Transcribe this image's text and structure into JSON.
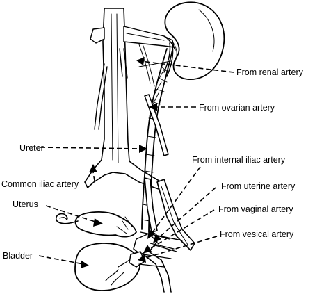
{
  "labels": {
    "renal": "From renal artery",
    "ovarian": "From ovarian artery",
    "ureter": "Ureter",
    "internal_iliac": "From internal iliac artery",
    "common_iliac": "Common iliac artery",
    "uterine": "From uterine artery",
    "uterus": "Uterus",
    "vaginal": "From vaginal artery",
    "vesical": "From vesical artery",
    "bladder": "Bladder"
  }
}
